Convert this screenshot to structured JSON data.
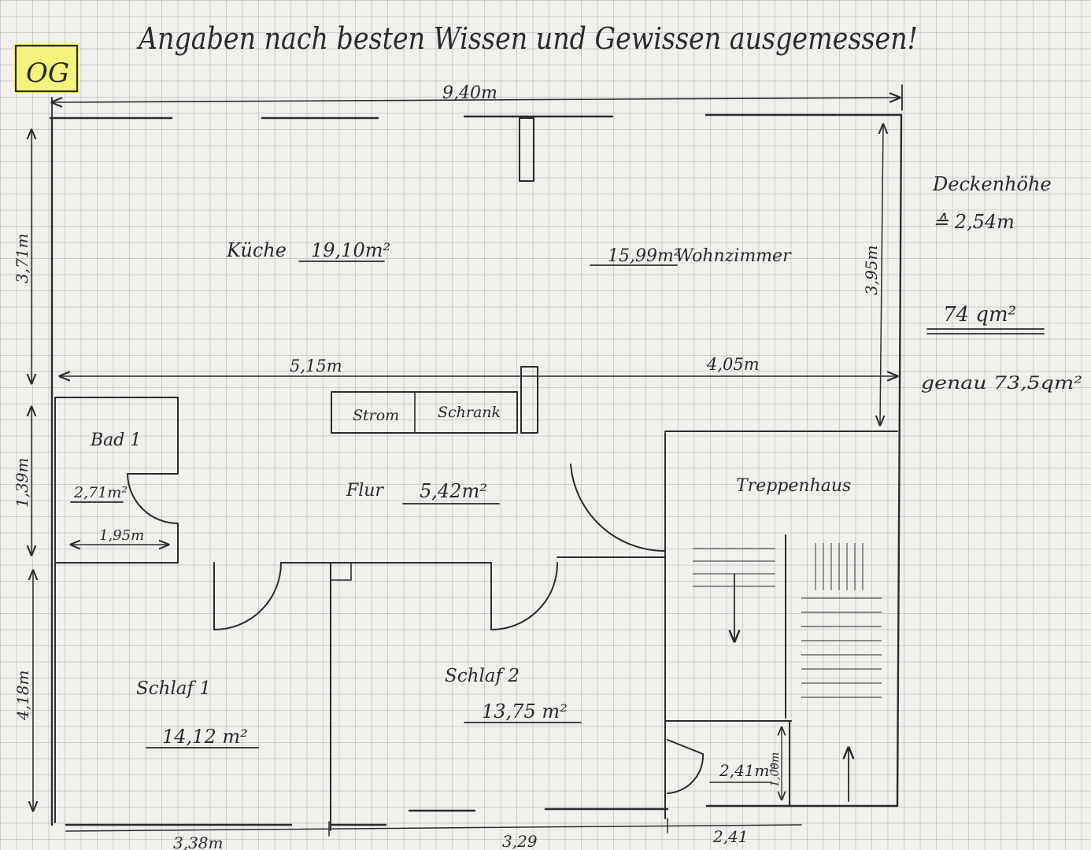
{
  "header": {
    "title": "Angaben nach besten Wissen und Gewissen ausgemessen!",
    "floor_tag": "OG"
  },
  "rooms": {
    "kueche": {
      "name": "Küche",
      "area": "19,10m²"
    },
    "wohnzimmer": {
      "name": "Wohnzimmer",
      "area": "15,99m²"
    },
    "bad": {
      "name": "Bad 1",
      "area": "2,71m²"
    },
    "flur": {
      "name": "Flur",
      "area": "5,42m²"
    },
    "strom": "Strom",
    "schrank": "Schrank",
    "treppenhaus": "Treppenhaus",
    "schlaf1": {
      "name": "Schlaf 1",
      "area": "14,12 m²"
    },
    "schlaf2": {
      "name": "Schlaf 2",
      "area": "13,75 m²"
    },
    "abstell": {
      "area": "2,41m²"
    }
  },
  "dimensions": {
    "total_width": "9,40m",
    "kitchen_width": "5,15m",
    "living_width": "4,05m",
    "left_top": "3,71m",
    "left_mid": "1,39m",
    "left_bottom": "4,18m",
    "right_height": "3,95m",
    "bad_width": "1,95m",
    "bottom_left": "3,38m",
    "bottom_mid": "3,29",
    "bottom_right": "2,41",
    "abstell_side": "1,00m"
  },
  "notes": {
    "ceiling_label": "Deckenhöhe",
    "ceiling_value": "≙ 2,54m",
    "total_area": "74 qm²",
    "exact_area": "genau 73,5qm²"
  }
}
